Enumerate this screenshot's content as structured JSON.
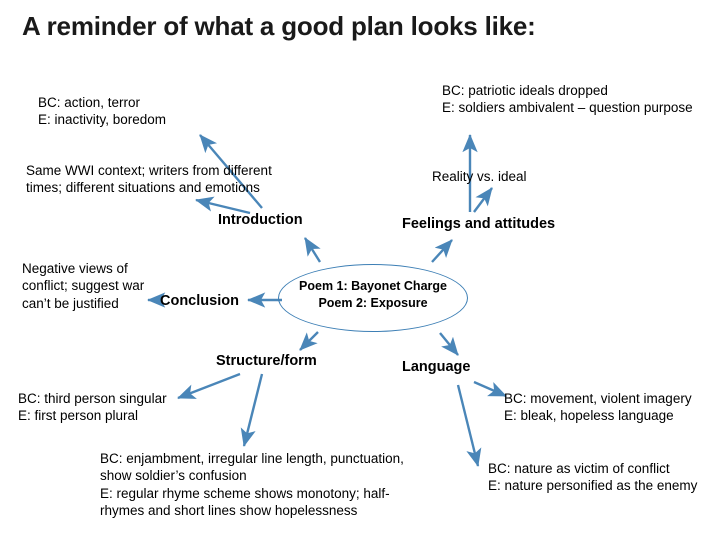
{
  "title": "A reminder of what a good plan looks like:",
  "diagram": {
    "type": "mind-map",
    "accent_color": "#4a86b8",
    "center": {
      "name": "center-node",
      "text": "Poem 1: Bayonet Charge\nPoem 2: Exposure"
    },
    "branches": [
      {
        "id": "introduction",
        "label": "Introduction"
      },
      {
        "id": "feelings-and-attitudes",
        "label": "Feelings and attitudes"
      },
      {
        "id": "conclusion",
        "label": "Conclusion"
      },
      {
        "id": "structure-form",
        "label": "Structure/form"
      },
      {
        "id": "language",
        "label": "Language"
      }
    ],
    "notes": [
      {
        "id": "note-action-terror",
        "text": "BC: action, terror\nE: inactivity, boredom"
      },
      {
        "id": "note-patriotic-ideals",
        "text": "BC: patriotic ideals dropped\nE: soldiers ambivalent – question purpose"
      },
      {
        "id": "note-wwi-context",
        "text": "Same WWI context; writers from different times; different situations and emotions"
      },
      {
        "id": "note-reality-vs-ideal",
        "text": "Reality vs. ideal"
      },
      {
        "id": "note-negative-views",
        "text": "Negative views of conflict; suggest war can’t be justified"
      },
      {
        "id": "note-person",
        "text": "BC: third person singular\nE: first person plural"
      },
      {
        "id": "note-movement-imagery",
        "text": "BC: movement, violent imagery\nE: bleak, hopeless language"
      },
      {
        "id": "note-enjambment",
        "text": "BC: enjambment, irregular line length, punctuation, show soldier’s confusion\nE: regular rhyme scheme shows monotony; half-rhymes and short lines show hopelessness"
      },
      {
        "id": "note-nature",
        "text": "BC: nature as victim of conflict\nE: nature personified as the enemy"
      }
    ]
  }
}
